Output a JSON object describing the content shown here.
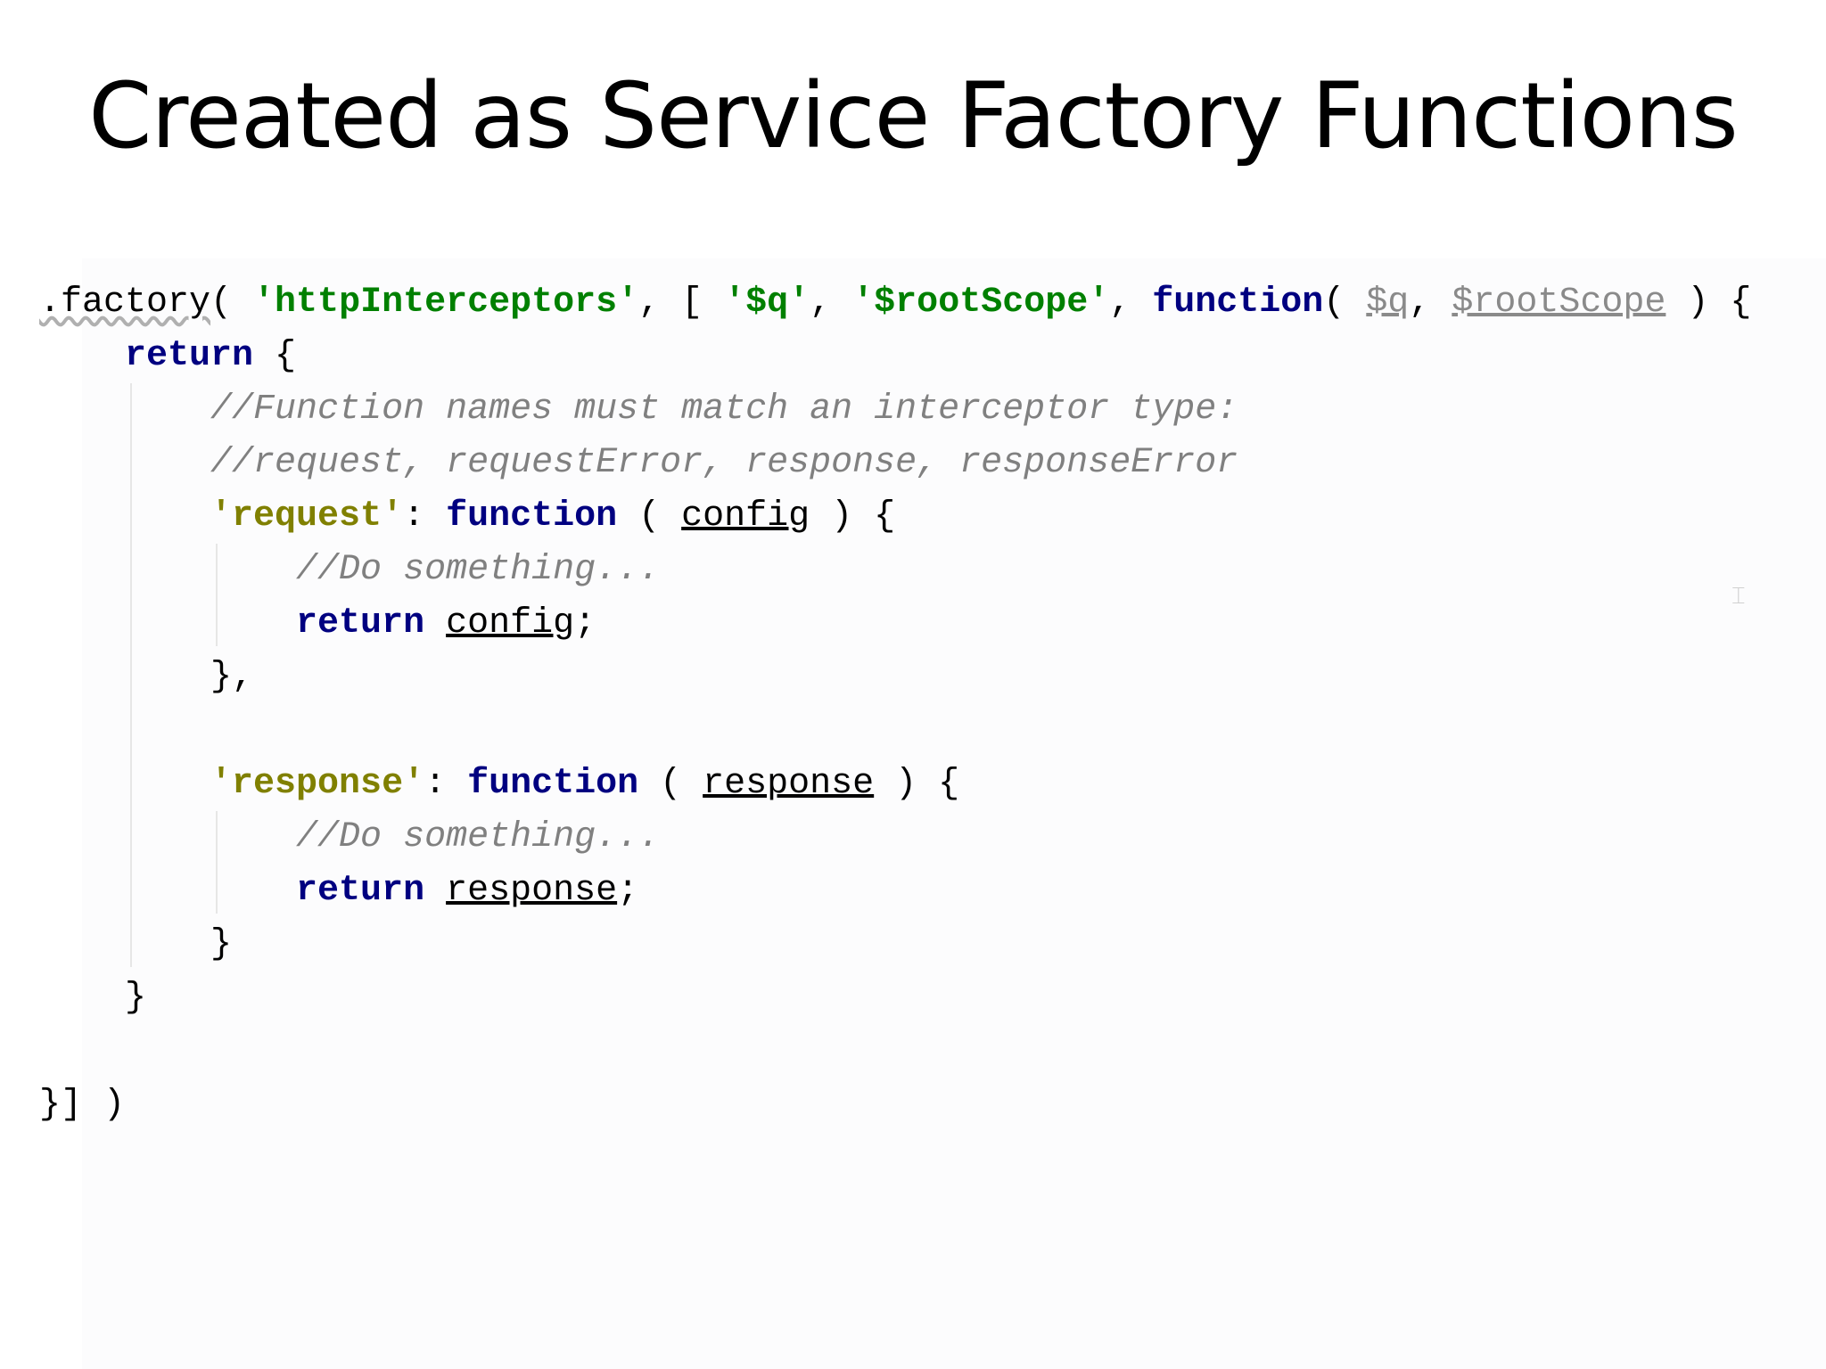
{
  "slide": {
    "title": "Created as Service Factory Functions"
  },
  "code": {
    "line1": {
      "factory": ".factory",
      "open": "( ",
      "name": "'httpInterceptors'",
      "sep1": ", [ ",
      "dep1": "'$q'",
      "sep2": ", ",
      "dep2": "'$rootScope'",
      "sep3": ", ",
      "fn": "function",
      "open2": "( ",
      "p1": "$q",
      "sep4": ", ",
      "p2": "$rootScope",
      "close": " ) {"
    },
    "line2": {
      "kw": "return",
      "rest": " {"
    },
    "line3": {
      "comment": "//Function names must match an interceptor type:"
    },
    "line4": {
      "comment": "//request, requestError, response, responseError"
    },
    "line5": {
      "key": "'request'",
      "colon": ": ",
      "fn": "function",
      "open": " ( ",
      "param": "config",
      "close": " ) {"
    },
    "line6": {
      "comment": "//Do something..."
    },
    "line7": {
      "kw": "return",
      "space": " ",
      "value": "config",
      "semi": ";"
    },
    "line8": {
      "text": "},"
    },
    "line10": {
      "key": "'response'",
      "colon": ": ",
      "fn": "function",
      "open": " ( ",
      "param": "response",
      "close": " ) {"
    },
    "line11": {
      "comment": "//Do something..."
    },
    "line12": {
      "kw": "return",
      "space": " ",
      "value": "response",
      "semi": ";"
    },
    "line13": {
      "text": "}"
    },
    "line14": {
      "text": "}"
    },
    "line16": {
      "text": "}] )"
    }
  },
  "colors": {
    "keyword": "#000080",
    "string": "#008000",
    "object_key": "#808000",
    "comment": "#808080"
  }
}
